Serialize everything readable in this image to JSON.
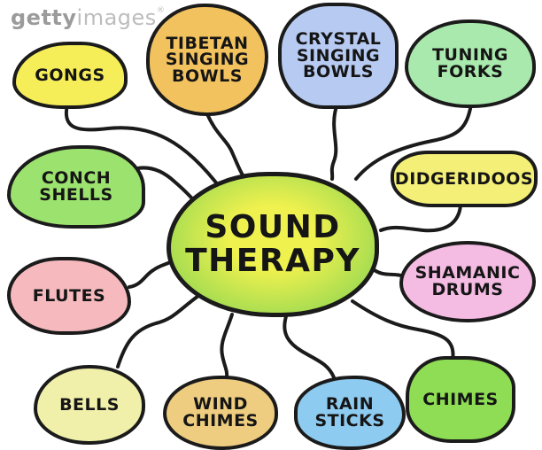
{
  "watermark": {
    "bold": "getty",
    "light": "images",
    "reg": "®"
  },
  "line_color": "#1b1b1b",
  "center": {
    "label": "SOUND\nTHERAPY",
    "fill_center": "#eff14e",
    "fill_edge": "#7ed153"
  },
  "nodes": [
    {
      "id": "gongs",
      "label": "GONGS",
      "color": "#f6ee58"
    },
    {
      "id": "tibetan-singing-bowls",
      "label": "TIBETAN\nSINGING\nBOWLS",
      "color": "#f2c25f"
    },
    {
      "id": "crystal-singing-bowls",
      "label": "CRYSTAL\nSINGING\nBOWLS",
      "color": "#b7cbf2"
    },
    {
      "id": "tuning-forks",
      "label": "TUNING\nFORKS",
      "color": "#a9e9ad"
    },
    {
      "id": "conch-shells",
      "label": "CONCH\nSHELLS",
      "color": "#9ce26e"
    },
    {
      "id": "flutes",
      "label": "FLUTES",
      "color": "#f6babe"
    },
    {
      "id": "didgeridoos",
      "label": "DIDGERIDOOS",
      "color": "#f4f077"
    },
    {
      "id": "shamanic-drums",
      "label": "SHAMANIC\nDRUMS",
      "color": "#f4bbe3"
    },
    {
      "id": "bells",
      "label": "BELLS",
      "color": "#f0f0aa"
    },
    {
      "id": "wind-chimes",
      "label": "WIND\nCHIMES",
      "color": "#eecd80"
    },
    {
      "id": "rain-sticks",
      "label": "RAIN\nSTICKS",
      "color": "#8ecbf0"
    },
    {
      "id": "chimes",
      "label": "CHIMES",
      "color": "#8edd55"
    }
  ]
}
